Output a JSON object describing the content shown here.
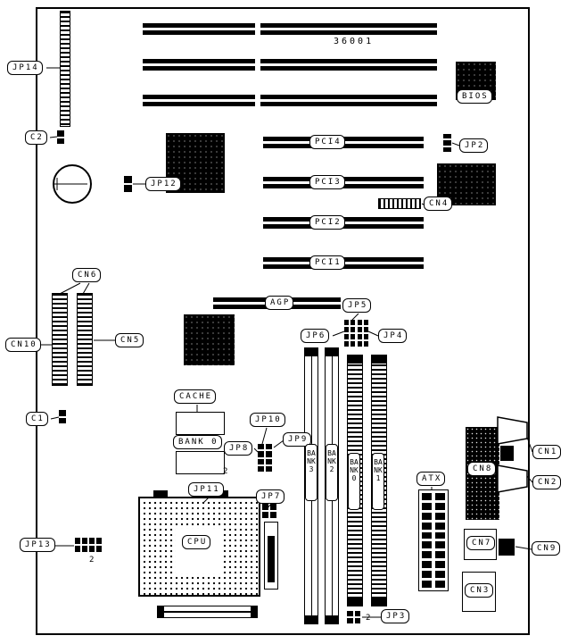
{
  "diagram": {
    "part_number": "36001",
    "pin1_marker": "2"
  },
  "labels": {
    "jp14": "JP14",
    "c2": "C2",
    "jp12": "JP12",
    "cn6": "CN6",
    "cn10": "CN10",
    "cn5": "CN5",
    "c1": "C1",
    "jp13": "JP13",
    "cache": "CACHE",
    "bank0_cache": "BANK 0",
    "jp11": "JP11",
    "jp10": "JP10",
    "jp8": "JP8",
    "jp9": "JP9",
    "jp7": "JP7",
    "cpu": "CPU",
    "bank3": "BANK3",
    "bank2": "BANK2",
    "bank0": "BANK0",
    "bank1": "BANK1",
    "jp6": "JP6",
    "jp5": "JP5",
    "jp4": "JP4",
    "agp": "AGP",
    "pci1": "PCI1",
    "pci2": "PCI2",
    "pci3": "PCI3",
    "pci4": "PCI4",
    "bios": "BIOS",
    "jp2": "JP2",
    "cn4": "CN4",
    "atx": "ATX",
    "cn8": "CN8",
    "cn1": "CN1",
    "cn2": "CN2",
    "cn7": "CN7",
    "cn9": "CN9",
    "cn3": "CN3",
    "jp3": "JP3"
  }
}
